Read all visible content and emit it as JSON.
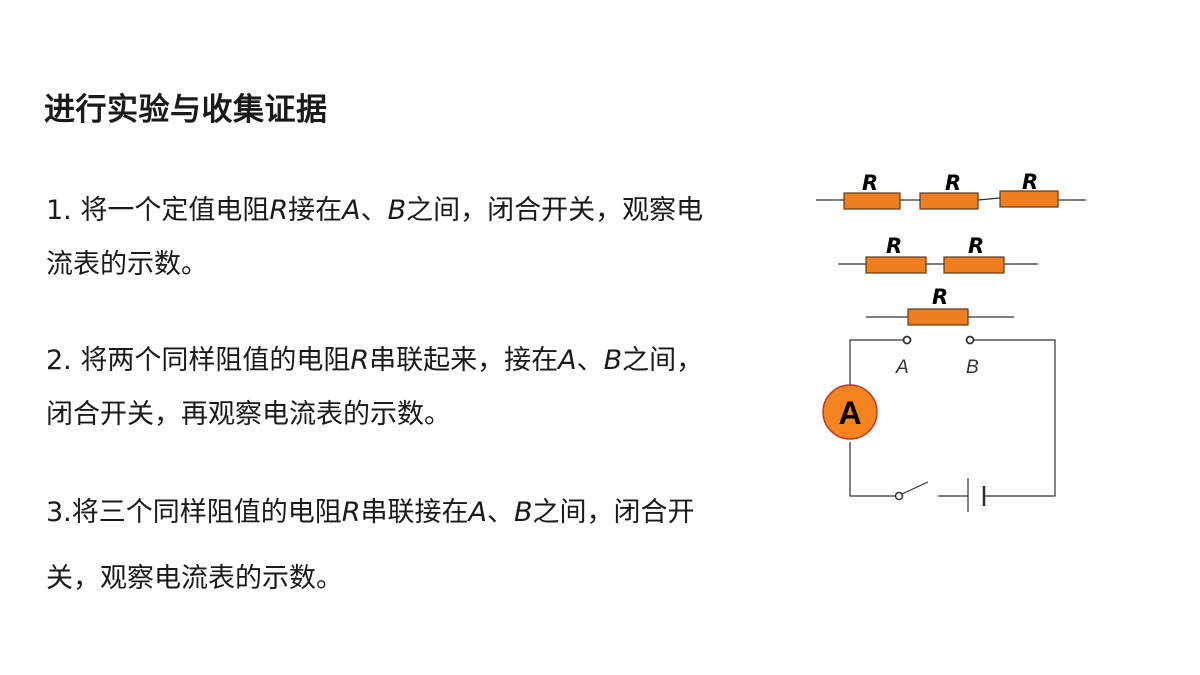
{
  "page_title": "进行实验与收集证据",
  "steps": [
    {
      "parts": [
        "1. 将一个定值电阻",
        "R",
        "接在",
        "A",
        "、",
        "B",
        "之间，闭合开关，观察电流表的示数。"
      ]
    },
    {
      "parts": [
        "2. 将两个同样阻值的电阻",
        "R",
        "串联起来，接在",
        "A",
        "、",
        "B",
        "之间，闭合开关，再观察电流表的示数。"
      ]
    },
    {
      "parts": [
        "3.将三个同样阻值的电阻",
        "R",
        "串联接在",
        "A",
        "、",
        "B",
        "之间，闭合开关，观察电流表的示数。"
      ]
    }
  ],
  "diagram": {
    "resistor_label": "R",
    "terminal_a": "A",
    "terminal_b": "B",
    "ammeter_label": "A",
    "colors": {
      "resistor_fill": "#f07d1e",
      "resistor_stroke": "#5a3a1a",
      "ammeter_fill": "#f5841f",
      "ammeter_stroke": "#c0392b",
      "wire": "#333333"
    }
  }
}
